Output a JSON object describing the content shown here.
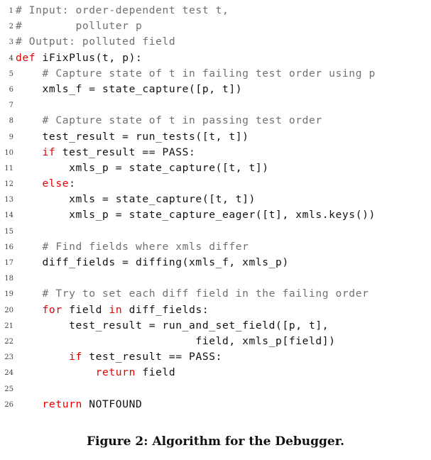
{
  "figure": {
    "caption": "Figure 2: Algorithm for the Debugger.",
    "colors": {
      "keyword": "#e60000",
      "comment": "#707070",
      "code": "#111111"
    },
    "lines": [
      {
        "n": "1",
        "tokens": [
          {
            "t": "cm",
            "v": "# Input: order-dependent test t,"
          }
        ]
      },
      {
        "n": "2",
        "tokens": [
          {
            "t": "cm",
            "v": "#        polluter p"
          }
        ]
      },
      {
        "n": "3",
        "tokens": [
          {
            "t": "cm",
            "v": "# Output: polluted field"
          }
        ]
      },
      {
        "n": "4",
        "tokens": [
          {
            "t": "kw",
            "v": "def"
          },
          {
            "t": "",
            "v": " iFixPlus(t, p):"
          }
        ]
      },
      {
        "n": "5",
        "tokens": [
          {
            "t": "",
            "v": "    "
          },
          {
            "t": "cm",
            "v": "# Capture state of t in failing test order using p"
          }
        ]
      },
      {
        "n": "6",
        "tokens": [
          {
            "t": "",
            "v": "    xmls_f = state_capture([p, t])"
          }
        ]
      },
      {
        "n": "7",
        "tokens": []
      },
      {
        "n": "8",
        "tokens": [
          {
            "t": "",
            "v": "    "
          },
          {
            "t": "cm",
            "v": "# Capture state of t in passing test order"
          }
        ]
      },
      {
        "n": "9",
        "tokens": [
          {
            "t": "",
            "v": "    test_result = run_tests([t, t])"
          }
        ]
      },
      {
        "n": "10",
        "tokens": [
          {
            "t": "",
            "v": "    "
          },
          {
            "t": "kw",
            "v": "if"
          },
          {
            "t": "",
            "v": " test_result == PASS:"
          }
        ]
      },
      {
        "n": "11",
        "tokens": [
          {
            "t": "",
            "v": "        xmls_p = state_capture([t, t])"
          }
        ]
      },
      {
        "n": "12",
        "tokens": [
          {
            "t": "",
            "v": "    "
          },
          {
            "t": "kw",
            "v": "else"
          },
          {
            "t": "",
            "v": ":"
          }
        ]
      },
      {
        "n": "13",
        "tokens": [
          {
            "t": "",
            "v": "        xmls = state_capture([t, t])"
          }
        ]
      },
      {
        "n": "14",
        "tokens": [
          {
            "t": "",
            "v": "        xmls_p = state_capture_eager([t], xmls.keys())"
          }
        ]
      },
      {
        "n": "15",
        "tokens": []
      },
      {
        "n": "16",
        "tokens": [
          {
            "t": "",
            "v": "    "
          },
          {
            "t": "cm",
            "v": "# Find fields where xmls differ"
          }
        ]
      },
      {
        "n": "17",
        "tokens": [
          {
            "t": "",
            "v": "    diff_fields = diffing(xmls_f, xmls_p)"
          }
        ]
      },
      {
        "n": "18",
        "tokens": []
      },
      {
        "n": "19",
        "tokens": [
          {
            "t": "",
            "v": "    "
          },
          {
            "t": "cm",
            "v": "# Try to set each diff field in the failing order"
          }
        ]
      },
      {
        "n": "20",
        "tokens": [
          {
            "t": "",
            "v": "    "
          },
          {
            "t": "kw",
            "v": "for"
          },
          {
            "t": "",
            "v": " field "
          },
          {
            "t": "kw",
            "v": "in"
          },
          {
            "t": "",
            "v": " diff_fields:"
          }
        ]
      },
      {
        "n": "21",
        "tokens": [
          {
            "t": "",
            "v": "        test_result = run_and_set_field([p, t],"
          }
        ]
      },
      {
        "n": "22",
        "tokens": [
          {
            "t": "",
            "v": "                           field, xmls_p[field])"
          }
        ]
      },
      {
        "n": "23",
        "tokens": [
          {
            "t": "",
            "v": "        "
          },
          {
            "t": "kw",
            "v": "if"
          },
          {
            "t": "",
            "v": " test_result == PASS:"
          }
        ]
      },
      {
        "n": "24",
        "tokens": [
          {
            "t": "",
            "v": "            "
          },
          {
            "t": "kw",
            "v": "return"
          },
          {
            "t": "",
            "v": " field"
          }
        ]
      },
      {
        "n": "25",
        "tokens": []
      },
      {
        "n": "26",
        "tokens": [
          {
            "t": "",
            "v": "    "
          },
          {
            "t": "kw",
            "v": "return"
          },
          {
            "t": "",
            "v": " NOTFOUND"
          }
        ]
      }
    ]
  }
}
